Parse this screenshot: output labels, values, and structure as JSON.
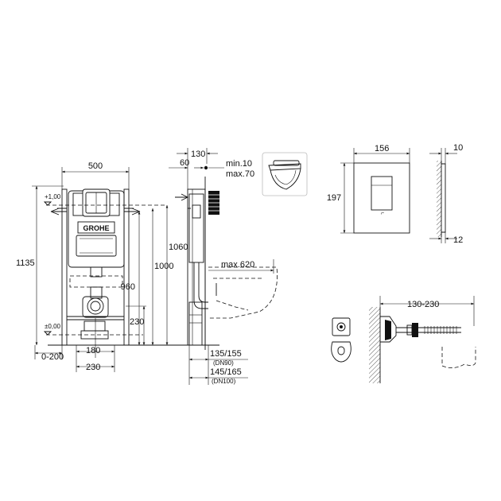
{
  "front_view": {
    "width_label": "500",
    "height_label": "1135",
    "level_top": "+1,00",
    "level_bottom": "±0,00",
    "h1060": "1060",
    "h1000": "1000",
    "h960": "960",
    "h230": "230",
    "w180": "180",
    "w230": "230",
    "range_0_200": "0-200",
    "brand": "GROHE"
  },
  "side_view": {
    "w130": "130",
    "w60": "60",
    "min10": "min.10",
    "max70": "max.70",
    "max620": "max.620",
    "d135_155": "135/155",
    "dn90": "(DN90)",
    "d145_165": "145/165",
    "dn100": "(DN100)"
  },
  "plate_view": {
    "width": "156",
    "height": "197",
    "thickness_top": "10",
    "thickness_bottom": "12"
  },
  "rod_view": {
    "range": "130-230"
  }
}
